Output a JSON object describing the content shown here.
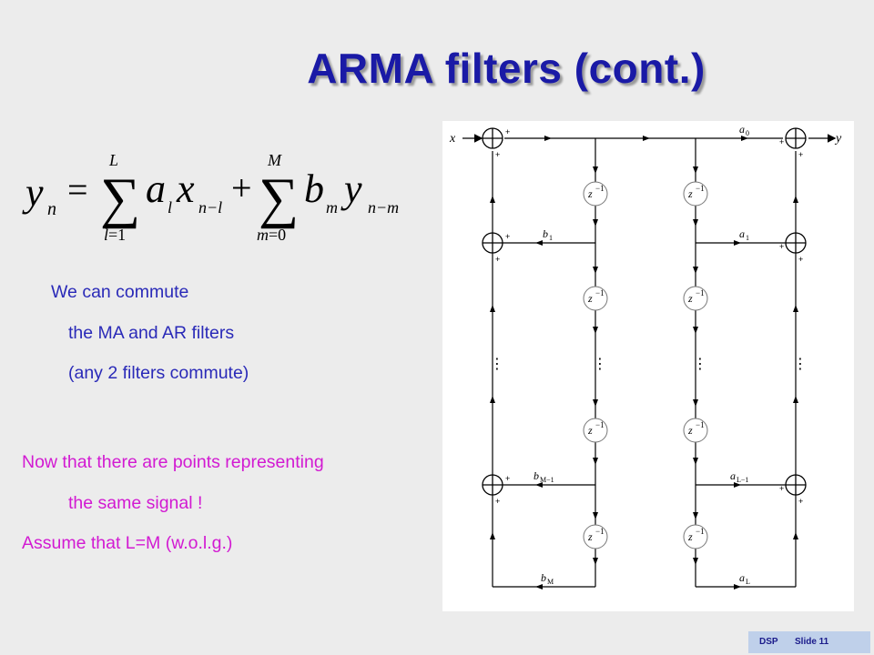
{
  "title": "ARMA filters (cont.)",
  "bullets": [
    {
      "text": "We can commute"
    },
    {
      "text": "the MA and AR filters"
    },
    {
      "text": "(any 2 filters commute)"
    },
    {
      "text": "Now that there are points representing"
    },
    {
      "text": "the same signal !"
    },
    {
      "text": "Assume that L=M (w.o.l.g.)"
    }
  ],
  "footer": {
    "label": "DSP",
    "slide": "Slide 11"
  },
  "colors": {
    "title": "#1a1aa6",
    "body": "#2a2ab8",
    "highlight": "#d21ad2",
    "footer_bg": "#bfd0ea"
  },
  "diagram": {
    "input_label": "x",
    "output_label": "y",
    "delay_label": "z",
    "delay_exp": "−1",
    "coef_a": [
      "a",
      "a",
      "a",
      "a"
    ],
    "coef_a_sub": [
      "0",
      "1",
      "L−1",
      "L"
    ],
    "coef_b": [
      "b",
      "b",
      "b"
    ],
    "coef_b_sub": [
      "1",
      "M−1",
      "M"
    ],
    "plus": "+",
    "dots": "⋮"
  }
}
